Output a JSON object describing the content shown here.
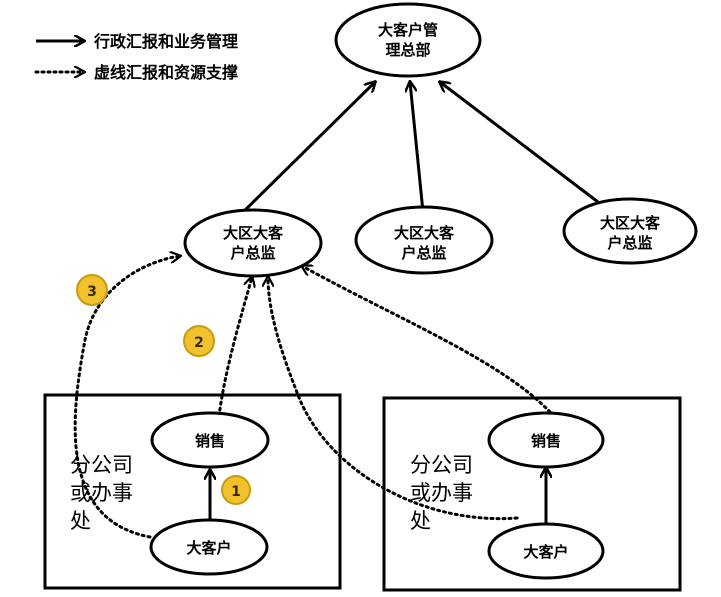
{
  "legend": {
    "solid_label": "行政汇报和业务管理",
    "dotted_label": "虚线汇报和资源支撑"
  },
  "nodes": {
    "hq": {
      "line1": "大客户管",
      "line2": "理总部"
    },
    "region_left": {
      "line1": "大区大客",
      "line2": "户总监"
    },
    "region_mid": {
      "line1": "大区大客",
      "line2": "户总监"
    },
    "region_right": {
      "line1": "大区大客",
      "line2": "户总监"
    },
    "sales_left": {
      "label": "销售"
    },
    "client_left": {
      "label": "大客户"
    },
    "sales_right": {
      "label": "销售"
    },
    "client_right": {
      "label": "大客户"
    }
  },
  "boxes": {
    "left": {
      "line1": "分公司",
      "line2": "或办事",
      "line3": "处"
    },
    "right": {
      "line1": "分公司",
      "line2": "或办事",
      "line3": "处"
    }
  },
  "badges": {
    "b1": "1",
    "b2": "2",
    "b3": "3"
  },
  "colors": {
    "badge_fill": "#f2c12e",
    "badge_stroke": "#c89a10",
    "line": "#000000"
  }
}
